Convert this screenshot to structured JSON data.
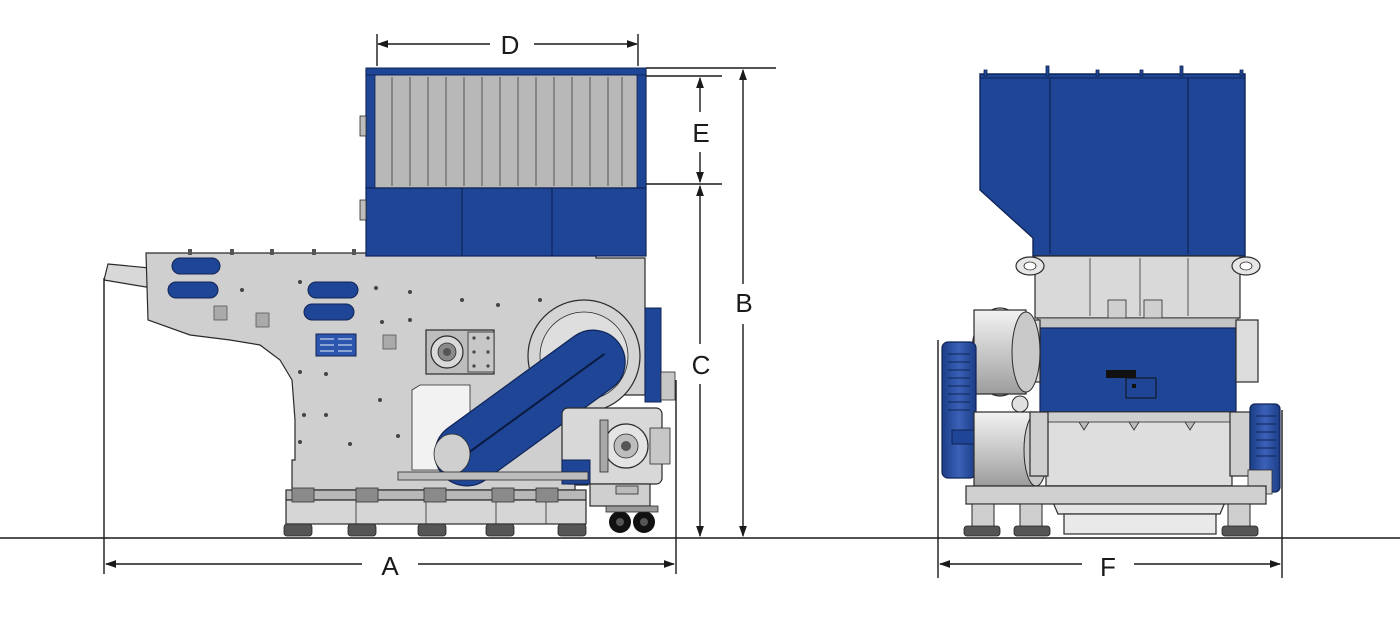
{
  "dimensions": {
    "A": "A",
    "B": "B",
    "C": "C",
    "D": "D",
    "E": "E",
    "F": "F"
  },
  "colors": {
    "machine_blue": "#1f4596",
    "machine_blue_dark": "#14306e",
    "machine_grey": "#cfcfcf",
    "machine_grey_light": "#e4e4e4",
    "machine_grey_dark": "#9a9a9a",
    "line": "#1a1a1a"
  }
}
